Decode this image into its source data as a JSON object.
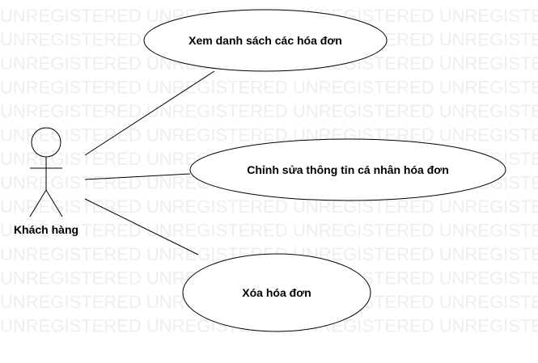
{
  "watermark": {
    "text": "UNREGISTERED UNREGISTERED UNREGISTERED UNREGISTERED",
    "color": "#eeeeee"
  },
  "actor": {
    "label": "Khách hàng"
  },
  "use_cases": [
    {
      "id": "view-invoices",
      "label": "Xem danh sách các hóa đơn"
    },
    {
      "id": "edit-personal-info",
      "label": "Chỉnh sửa thông tin cá nhân hóa đơn"
    },
    {
      "id": "delete-invoice",
      "label": "Xóa hóa đơn"
    }
  ],
  "colors": {
    "line": "#000000",
    "fill": "#ffffff"
  }
}
